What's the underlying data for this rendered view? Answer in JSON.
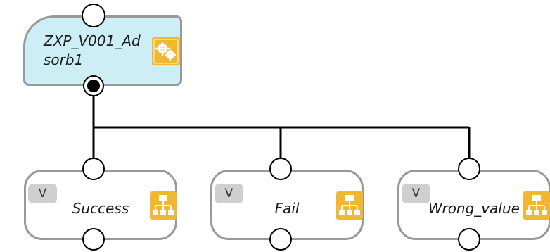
{
  "nodes": {
    "start": {
      "label_line1": "ZXP_V001_Ad",
      "label_line2": "sorb1",
      "icon": "gears-icon"
    },
    "outcomes": [
      {
        "label": "Success",
        "badge": "V",
        "icon": "hierarchy-icon"
      },
      {
        "label": "Fail",
        "badge": "V",
        "icon": "hierarchy-icon"
      },
      {
        "label": "Wrong_value",
        "badge": "V",
        "icon": "hierarchy-icon"
      }
    ]
  },
  "colors": {
    "start_fill": "#cdeef4",
    "node_border": "#999999",
    "icon_fill": "#f2b730",
    "connector": "#000000",
    "badge_fill": "#cfcfcf"
  }
}
